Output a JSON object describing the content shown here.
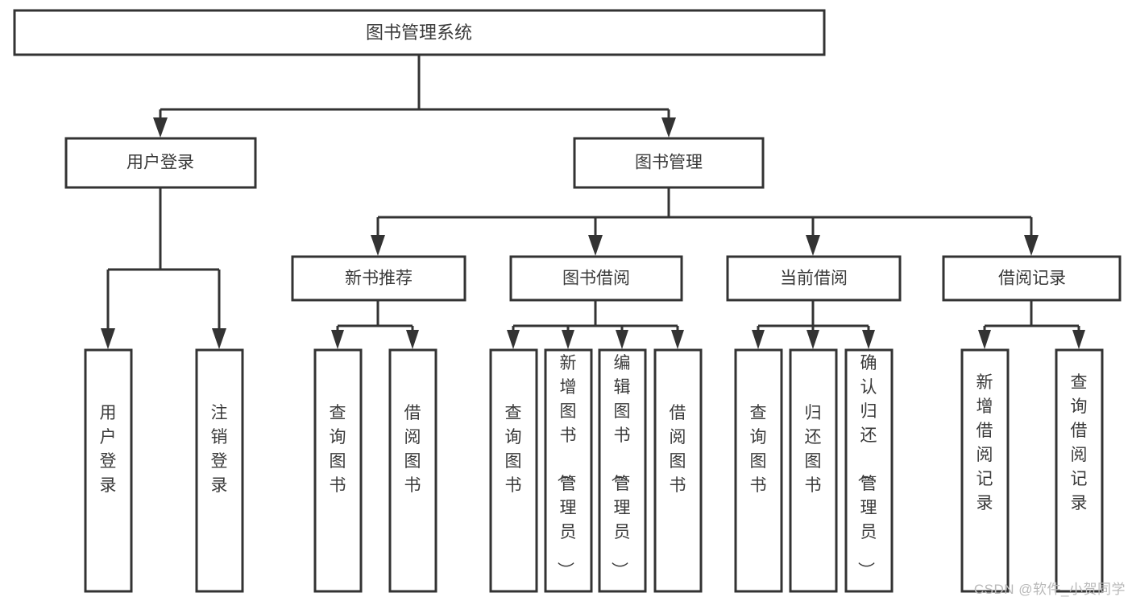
{
  "diagram": {
    "type": "tree",
    "title": "图书管理系统",
    "watermark": "CSDN @软件_小贺同学",
    "nodes": {
      "root": {
        "label": "图书管理系统"
      },
      "level2": [
        {
          "id": "user-login",
          "label": "用户登录"
        },
        {
          "id": "book-manage",
          "label": "图书管理"
        }
      ],
      "level3": [
        {
          "id": "new-book-rec",
          "label": "新书推荐"
        },
        {
          "id": "book-borrow",
          "label": "图书借阅"
        },
        {
          "id": "current-borrow",
          "label": "当前借阅"
        },
        {
          "id": "borrow-record",
          "label": "借阅记录"
        }
      ],
      "leaves": {
        "user-login": [
          {
            "id": "leaf-user-login",
            "label": "用户登录"
          },
          {
            "id": "leaf-logout",
            "label": "注销登录"
          }
        ],
        "new-book-rec": [
          {
            "id": "leaf-query-book-1",
            "label": "查询图书"
          },
          {
            "id": "leaf-borrow-book-1",
            "label": "借阅图书"
          }
        ],
        "book-borrow": [
          {
            "id": "leaf-query-book-2",
            "label": "查询图书"
          },
          {
            "id": "leaf-add-book",
            "label": "新增图书（管理员）"
          },
          {
            "id": "leaf-edit-book",
            "label": "编辑图书（管理员）"
          },
          {
            "id": "leaf-borrow-book-2",
            "label": "借阅图书"
          }
        ],
        "current-borrow": [
          {
            "id": "leaf-query-book-3",
            "label": "查询图书"
          },
          {
            "id": "leaf-return-book",
            "label": "归还图书"
          },
          {
            "id": "leaf-confirm-return",
            "label": "确认归还（管理员）"
          }
        ],
        "borrow-record": [
          {
            "id": "leaf-add-record",
            "label": "新增借阅记录"
          },
          {
            "id": "leaf-query-record",
            "label": "查询借阅记录"
          }
        ]
      }
    },
    "colors": {
      "stroke": "#333333",
      "box_fill": "#ffffff",
      "text": "#3a3a3a",
      "background": "#ffffff",
      "watermark": "#b9b9b9"
    }
  }
}
